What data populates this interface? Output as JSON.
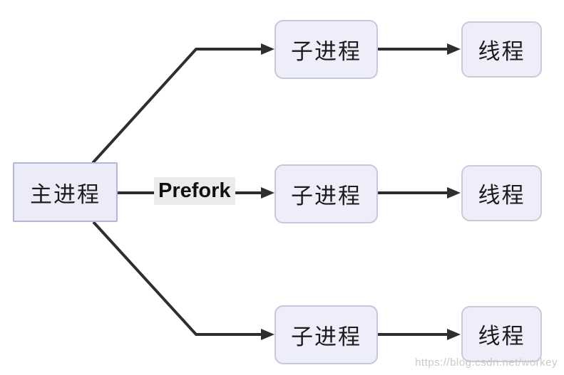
{
  "diagram": {
    "title_hint": "prefork process model",
    "main_node": {
      "label": "主进程"
    },
    "edge_label": "Prefork",
    "child_nodes": [
      {
        "label": "子进程"
      },
      {
        "label": "子进程"
      },
      {
        "label": "子进程"
      }
    ],
    "thread_nodes": [
      {
        "label": "线程"
      },
      {
        "label": "线程"
      },
      {
        "label": "线程"
      }
    ],
    "watermark": "https://blog.csdn.net/workey",
    "colors": {
      "node_fill": "#edeef9",
      "main_node_border": "#b4b5da",
      "rounded_node_border": "#c6c7da",
      "arrow": "#2e2e2e",
      "edge_label_bg": "#ececec",
      "text": "#1c1c1c",
      "watermark_text": "#c9c9c9"
    }
  }
}
